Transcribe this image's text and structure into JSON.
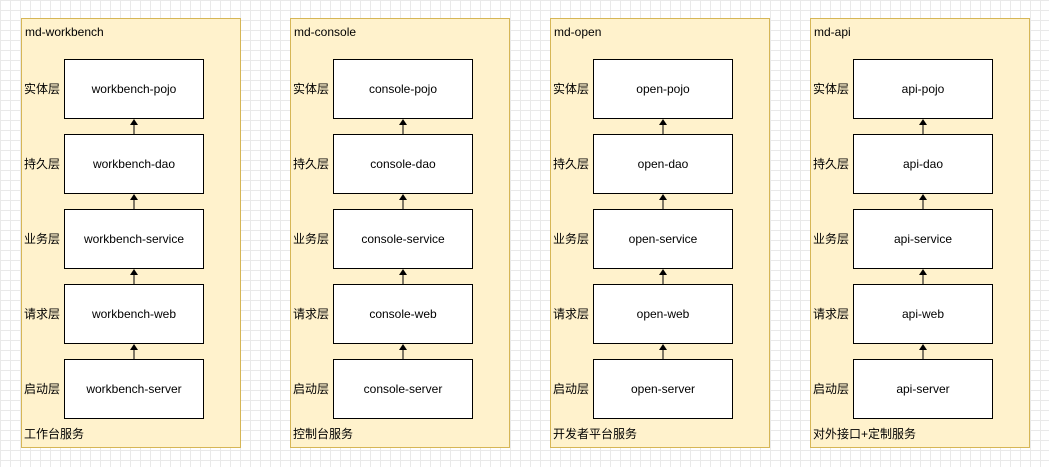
{
  "layers": [
    "实体层",
    "持久层",
    "业务层",
    "请求层",
    "启动层"
  ],
  "modules": [
    {
      "title": "md-workbench",
      "service": "工作台服务",
      "boxes": [
        "workbench-pojo",
        "workbench-dao",
        "workbench-service",
        "workbench-web",
        "workbench-server"
      ]
    },
    {
      "title": "md-console",
      "service": "控制台服务",
      "boxes": [
        "console-pojo",
        "console-dao",
        "console-service",
        "console-web",
        "console-server"
      ]
    },
    {
      "title": "md-open",
      "service": "开发者平台服务",
      "boxes": [
        "open-pojo",
        "open-dao",
        "open-service",
        "open-web",
        "open-server"
      ]
    },
    {
      "title": "md-api",
      "service": "对外接口+定制服务",
      "boxes": [
        "api-pojo",
        "api-dao",
        "api-service",
        "api-web",
        "api-server"
      ]
    }
  ],
  "colors": {
    "module_fill": "#fff2cc",
    "module_border": "#d6b656",
    "box_fill": "#ffffff",
    "box_border": "#000000",
    "grid": "#e9e9e9"
  }
}
